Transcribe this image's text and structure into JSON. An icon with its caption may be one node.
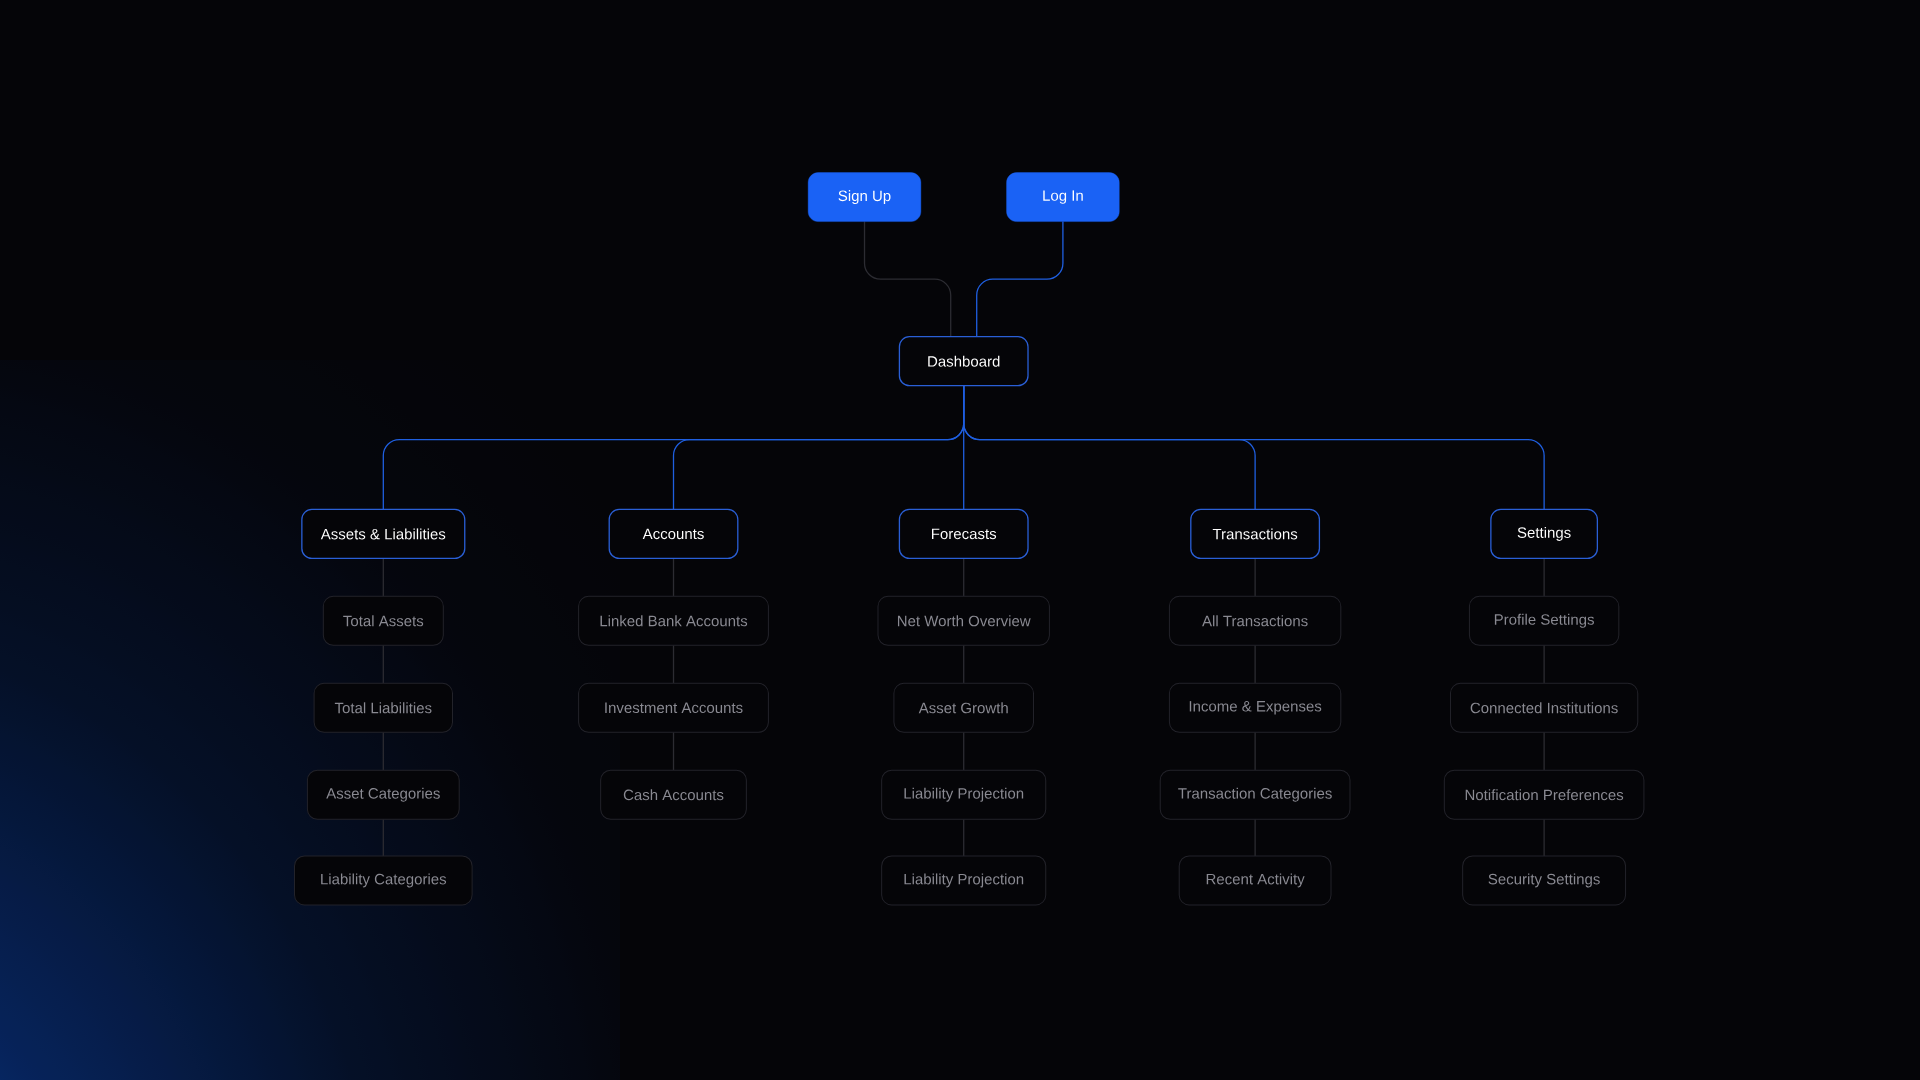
{
  "diagram": {
    "nodes": [
      {
        "text": [
          "Sign Up"
        ]
      },
      {
        "text": [
          "Log In"
        ]
      },
      {
        "text": [
          "Dashboard"
        ]
      },
      {
        "text": [
          "Assets & Liabilities"
        ]
      },
      {
        "text": [
          "Accounts"
        ]
      },
      {
        "text": [
          "Forecasts"
        ]
      },
      {
        "text": [
          "Transactions"
        ]
      },
      {
        "text": [
          "Settings"
        ]
      },
      {
        "text": [
          "Total Assets"
        ]
      },
      {
        "text": [
          "Total Liabilities"
        ]
      },
      {
        "text": [
          "Asset Categories"
        ]
      },
      {
        "text": [
          "Liability Categories"
        ]
      },
      {
        "text": [
          "Linked Bank Accounts"
        ]
      },
      {
        "text": [
          "Investment Accounts"
        ]
      },
      {
        "text": [
          "Cash Accounts"
        ]
      },
      {
        "text": [
          "Net Worth Overview"
        ]
      },
      {
        "text": [
          "Asset Growth"
        ]
      },
      {
        "text": [
          "Liability Projection"
        ]
      },
      {
        "text": [
          "Liability Projection"
        ]
      },
      {
        "text": [
          "All Transactions"
        ]
      },
      {
        "text": [
          "Income & Expenses"
        ]
      },
      {
        "text": [
          "Transaction Categories"
        ]
      },
      {
        "text": [
          "Recent Activity"
        ]
      },
      {
        "text": [
          "Profile Settings"
        ]
      },
      {
        "text": [
          "Connected Institutions"
        ]
      },
      {
        "text": [
          "Notification Preferences"
        ]
      },
      {
        "text": [
          "Security Settings"
        ]
      }
    ],
    "edges": [
      {
        "from": 0,
        "to": 2,
        "arrow": "none"
      },
      {
        "from": 1,
        "to": 2,
        "arrow": "none",
        "color": "#1f5fe0"
      },
      {
        "from": 2,
        "to": 3,
        "arrow": "none",
        "color": "#1f5fe0"
      },
      {
        "from": 2,
        "to": 4,
        "arrow": "none",
        "color": "#1f5fe0"
      },
      {
        "from": 2,
        "to": 5,
        "arrow": "none",
        "color": "#1f5fe0"
      },
      {
        "from": 2,
        "to": 6,
        "arrow": "none",
        "color": "#1f5fe0"
      },
      {
        "from": 2,
        "to": 7,
        "arrow": "none",
        "color": "#1f5fe0"
      },
      {
        "from": 3,
        "to": 8,
        "arrow": "none"
      },
      {
        "from": 8,
        "to": 9,
        "arrow": "none"
      },
      {
        "from": 9,
        "to": 10,
        "arrow": "none"
      },
      {
        "from": 10,
        "to": 11,
        "arrow": "none"
      },
      {
        "from": 4,
        "to": 12,
        "arrow": "none"
      },
      {
        "from": 12,
        "to": 13,
        "arrow": "none"
      },
      {
        "from": 13,
        "to": 14,
        "arrow": "none"
      },
      {
        "from": 5,
        "to": 15,
        "arrow": "none"
      },
      {
        "from": 15,
        "to": 16,
        "arrow": "none"
      },
      {
        "from": 16,
        "to": 17,
        "arrow": "none"
      },
      {
        "from": 17,
        "to": 18,
        "arrow": "none"
      },
      {
        "from": 6,
        "to": 19,
        "arrow": "none"
      },
      {
        "from": 19,
        "to": 20,
        "arrow": "none"
      },
      {
        "from": 20,
        "to": 21,
        "arrow": "none"
      },
      {
        "from": 21,
        "to": 22,
        "arrow": "none"
      },
      {
        "from": 7,
        "to": 23,
        "arrow": "none"
      },
      {
        "from": 23,
        "to": 24,
        "arrow": "none"
      },
      {
        "from": 24,
        "to": 25,
        "arrow": "none"
      },
      {
        "from": 25,
        "to": 26,
        "arrow": "none"
      }
    ]
  }
}
